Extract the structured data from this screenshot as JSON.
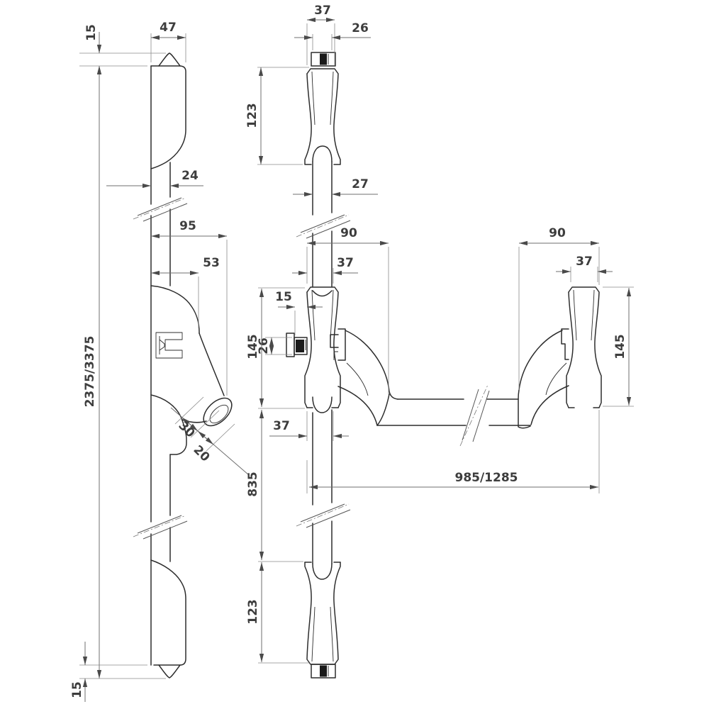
{
  "meta": {
    "description": "Technical dimension drawing of panic exit push-bar door hardware, side view and front view",
    "background": "#ffffff",
    "line_color": "#2d2d2d",
    "dim_line_color": "#6f6f6f",
    "text_color": "#3d3d3d"
  },
  "dims": {
    "left_view": {
      "tip_top": "15",
      "cap_width": "47",
      "rod_width": "24",
      "handle_reach": "95",
      "case_reach": "53",
      "grip_width": "30",
      "grip_depth": "20",
      "overall_length": "2375/3375",
      "tip_bottom": "15"
    },
    "front_view": {
      "cover_width_top": "37",
      "cap_width_top": "26",
      "rod_top_length": "123",
      "rod_width": "27",
      "bar_reach": "90",
      "cover_width_upper": "37",
      "spindle_offset": "15",
      "spindle_height": "26",
      "case_height": "145",
      "cover_width_lower": "37",
      "rod_mid_length": "835",
      "rod_bottom_length": "123",
      "bar_length": "985/1285"
    },
    "right_end": {
      "bar_reach": "90",
      "cover_width": "37",
      "case_height": "145"
    }
  }
}
